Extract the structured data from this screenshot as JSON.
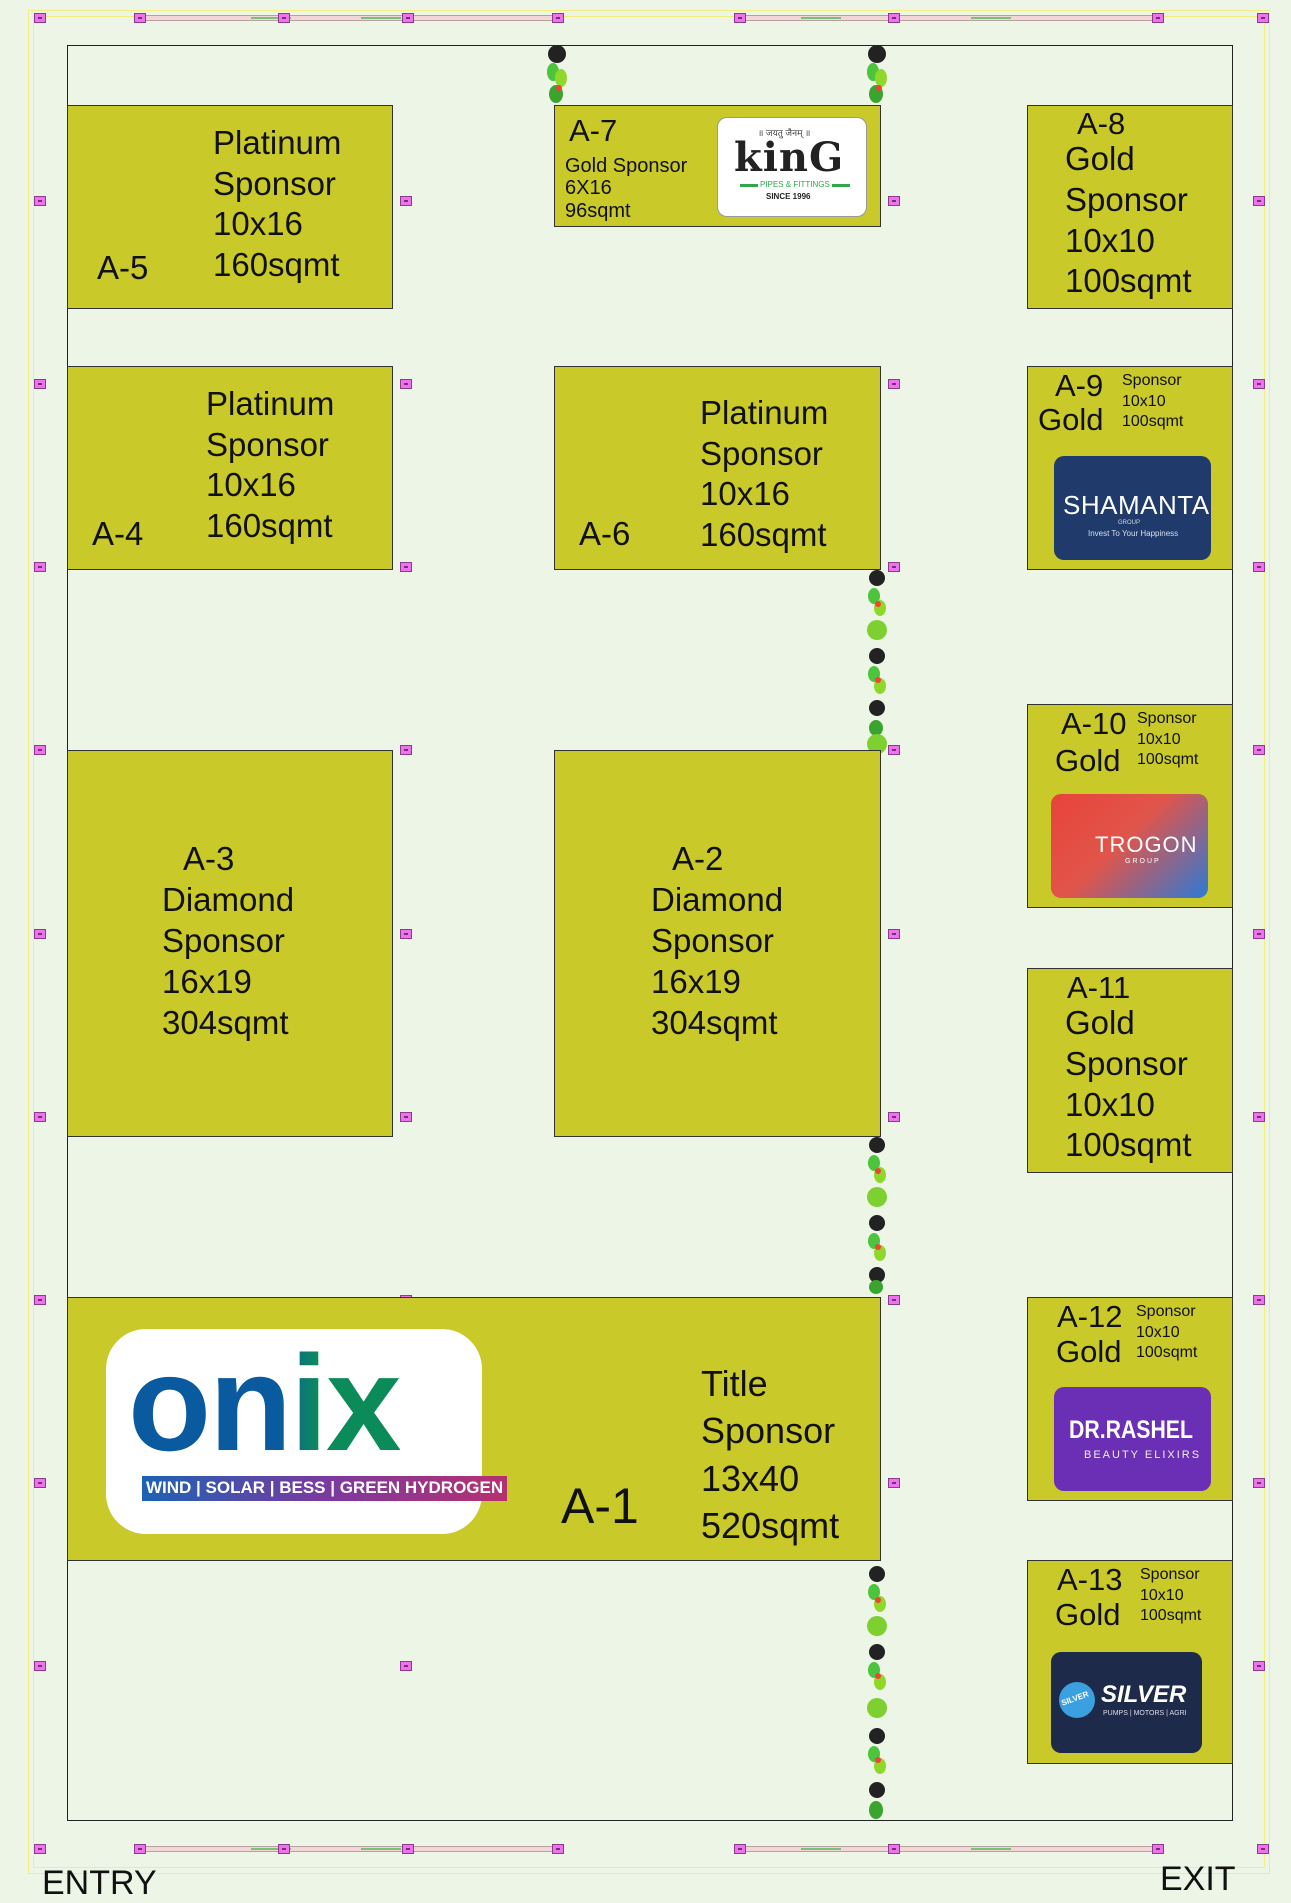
{
  "venue": {
    "entry_label": "ENTRY",
    "exit_label": "EXIT"
  },
  "booths": {
    "a1": {
      "id": "A-1",
      "lines": [
        "Title",
        "Sponsor",
        "13x40",
        "520sqmt"
      ]
    },
    "a2": {
      "id": "A-2",
      "lines": [
        "Diamond",
        "Sponsor",
        "16x19",
        "304sqmt"
      ]
    },
    "a3": {
      "id": "A-3",
      "lines": [
        "Diamond",
        "Sponsor",
        "16x19",
        "304sqmt"
      ]
    },
    "a4": {
      "id": "A-4",
      "lines": [
        "Platinum",
        "Sponsor",
        "10x16",
        "160sqmt"
      ]
    },
    "a5": {
      "id": "A-5",
      "lines": [
        "Platinum",
        "Sponsor",
        "10x16",
        "160sqmt"
      ]
    },
    "a6": {
      "id": "A-6",
      "lines": [
        "Platinum",
        "Sponsor",
        "10x16",
        "160sqmt"
      ]
    },
    "a7": {
      "id": "A-7",
      "lines": [
        "Gold Sponsor",
        "6X16",
        "96sqmt"
      ]
    },
    "a8": {
      "id": "A-8",
      "lines": [
        "Gold",
        "Sponsor",
        "10x10",
        "100sqmt"
      ]
    },
    "a9": {
      "id": "A-9",
      "tier": "Gold",
      "side": [
        "Sponsor",
        "10x10",
        "100sqmt"
      ]
    },
    "a10": {
      "id": "A-10",
      "tier": "Gold",
      "side": [
        "Sponsor",
        "10x10",
        "100sqmt"
      ]
    },
    "a11": {
      "id": "A-11",
      "lines": [
        "Gold",
        "Sponsor",
        "10x10",
        "100sqmt"
      ]
    },
    "a12": {
      "id": "A-12",
      "tier": "Gold",
      "side": [
        "Sponsor",
        "10x10",
        "100sqmt"
      ]
    },
    "a13": {
      "id": "A-13",
      "tier": "Gold",
      "side": [
        "Sponsor",
        "10x10",
        "100sqmt"
      ]
    }
  },
  "logos": {
    "onix": {
      "name": "onix",
      "tagline": "WIND | SOLAR | BESS | GREEN HYDROGEN"
    },
    "king": {
      "motto": "॥ जयतु जैनम् ॥",
      "name": "kinG",
      "sub": "PIPES & FITTINGS",
      "since": "SINCE 1996"
    },
    "shamanta": {
      "name": "SHAMANTA",
      "group": "GROUP",
      "tagline": "Invest To Your Happiness"
    },
    "trogon": {
      "name": "TROGON",
      "group": "GROUP"
    },
    "drrashel": {
      "name": "DR.RASHEL",
      "sub": "BEAUTY ELIXIRS"
    },
    "silver": {
      "badge": "SILVER",
      "name": "SILVER",
      "sub": "PUMPS | MOTORS | AGRI"
    }
  },
  "colors": {
    "booth": "#c9c92a",
    "background": "#ecf5e6",
    "onix_blue": "#0a5aa0",
    "onix_green": "#0c8b5a",
    "shamanta": "#1f3a6b",
    "drrashel": "#6a2fb5",
    "silver": "#1e2a4a"
  }
}
